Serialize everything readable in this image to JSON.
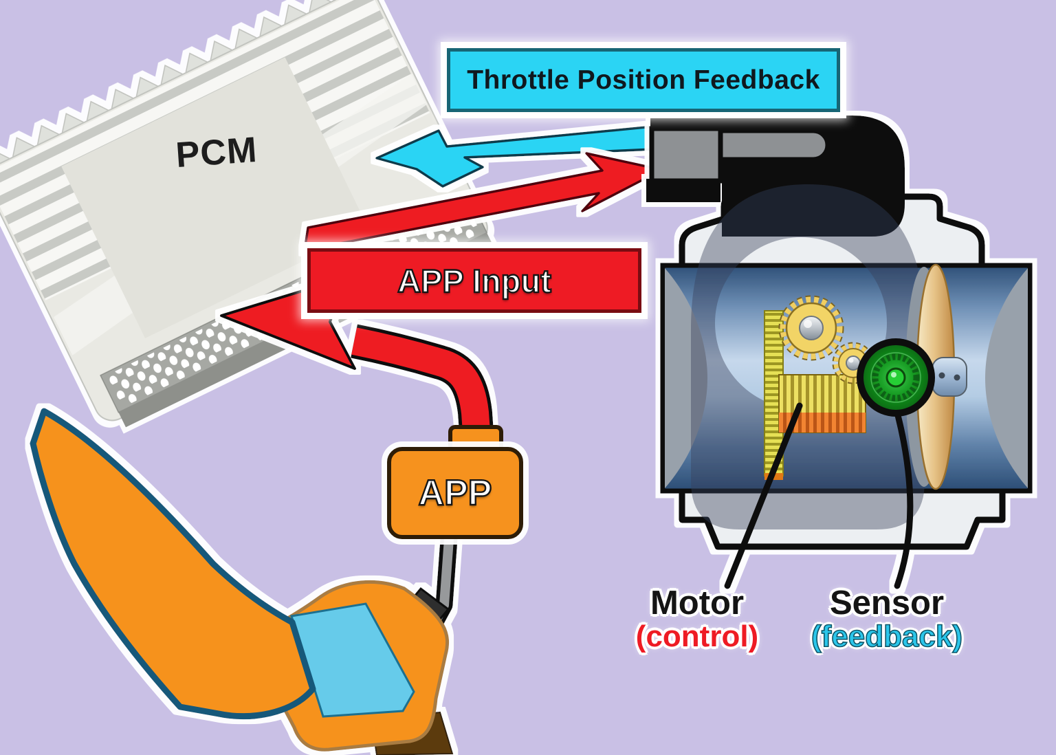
{
  "title": "Electronic throttle control system diagram",
  "background_color": "#C9C0E5",
  "pcm": {
    "label": "PCM"
  },
  "banners": {
    "throttle_feedback": {
      "label": "Throttle Position Feedback",
      "bg": "#2BD4F4"
    },
    "app_input": {
      "label": "APP Input",
      "bg": "#EE1B24"
    }
  },
  "app_sensor": {
    "label": "APP",
    "bg": "#F6921E"
  },
  "throttle_body": {
    "motor_label": {
      "title": "Motor",
      "subtitle": "(control)",
      "subtitle_color": "#EE1B24"
    },
    "sensor_label": {
      "title": "Sensor",
      "subtitle": "(feedback)",
      "subtitle_color": "#2BC6EA"
    }
  },
  "arrows": {
    "throttle_position_feedback": {
      "color": "#2BD4F4",
      "from": "throttle body sensor",
      "to": "PCM"
    },
    "motor_control": {
      "color": "#EE1B24",
      "from": "PCM",
      "to": "throttle body motor"
    },
    "app_input": {
      "color": "#EE1B24",
      "from": "APP pedal sensor",
      "to": "PCM"
    }
  }
}
